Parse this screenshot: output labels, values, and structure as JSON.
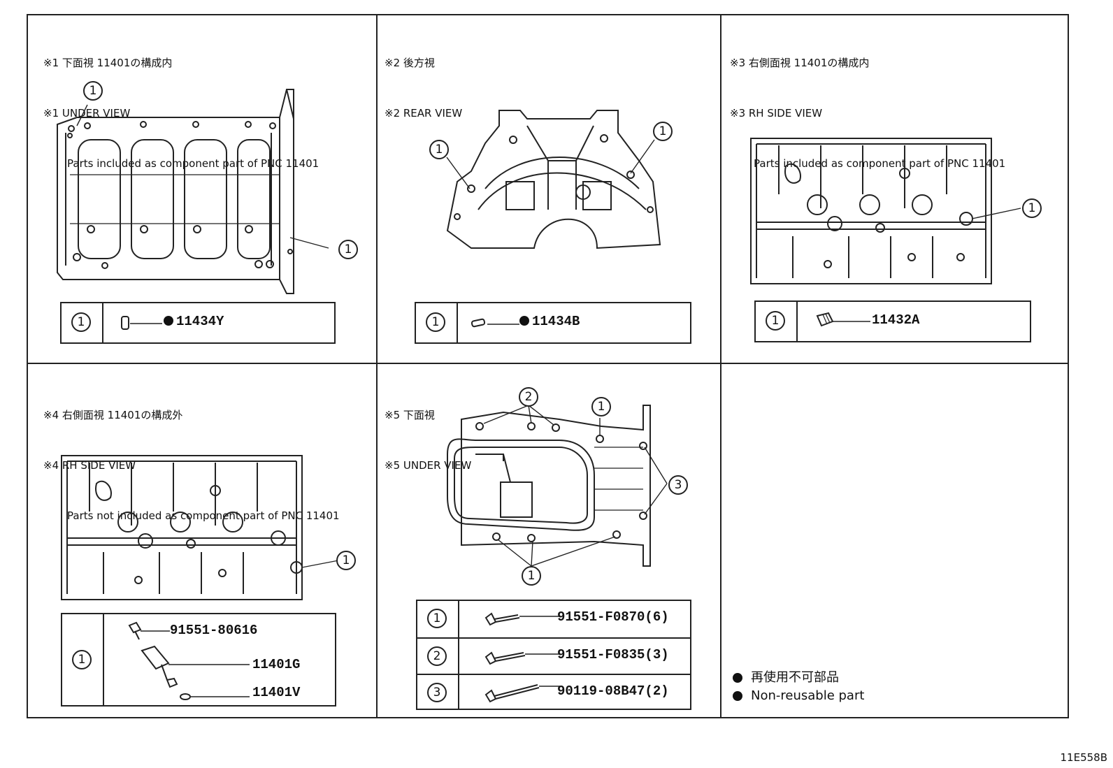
{
  "figure_id": "11E558B",
  "panels": [
    {
      "header": [
        "※1 下面視 11401の構成内",
        "※1 UNDER VIEW",
        "Parts included as component part of PNC 11401"
      ],
      "table": [
        {
          "key": "1",
          "parts": [
            {
              "number": "11434Y",
              "non_reusable": true
            }
          ]
        }
      ],
      "callouts": [
        "1",
        "1"
      ]
    },
    {
      "header": [
        "※2 後方視",
        "※2 REAR VIEW"
      ],
      "table": [
        {
          "key": "1",
          "parts": [
            {
              "number": "11434B",
              "non_reusable": true
            }
          ]
        }
      ],
      "callouts": [
        "1",
        "1"
      ]
    },
    {
      "header": [
        "※3 右側面視 11401の構成内",
        "※3 RH SIDE VIEW",
        "Parts included as component part of PNC 11401"
      ],
      "table": [
        {
          "key": "1",
          "parts": [
            {
              "number": "11432A",
              "non_reusable": false
            }
          ]
        }
      ],
      "callouts": [
        "1"
      ]
    },
    {
      "header": [
        "※4 右側面視 11401の構成外",
        "※4 RH SIDE VIEW",
        "Parts not included as component part of PNC 11401"
      ],
      "table": [
        {
          "key": "1",
          "parts": [
            {
              "number": "91551-80616",
              "non_reusable": false
            },
            {
              "number": "11401G",
              "non_reusable": false
            },
            {
              "number": "11401V",
              "non_reusable": false
            }
          ]
        }
      ],
      "callouts": [
        "1"
      ]
    },
    {
      "header": [
        "※5 下面視",
        "※5 UNDER VIEW"
      ],
      "table": [
        {
          "key": "1",
          "parts": [
            {
              "number": "91551-F0870(6)",
              "non_reusable": false
            }
          ]
        },
        {
          "key": "2",
          "parts": [
            {
              "number": "91551-F0835(3)",
              "non_reusable": false
            }
          ]
        },
        {
          "key": "3",
          "parts": [
            {
              "number": "90119-08B47(2)",
              "non_reusable": false
            }
          ]
        }
      ],
      "callouts": [
        "2",
        "1",
        "3",
        "1"
      ]
    }
  ],
  "legend": {
    "jp": "再使用不可部品",
    "en": "Non-reusable part"
  }
}
